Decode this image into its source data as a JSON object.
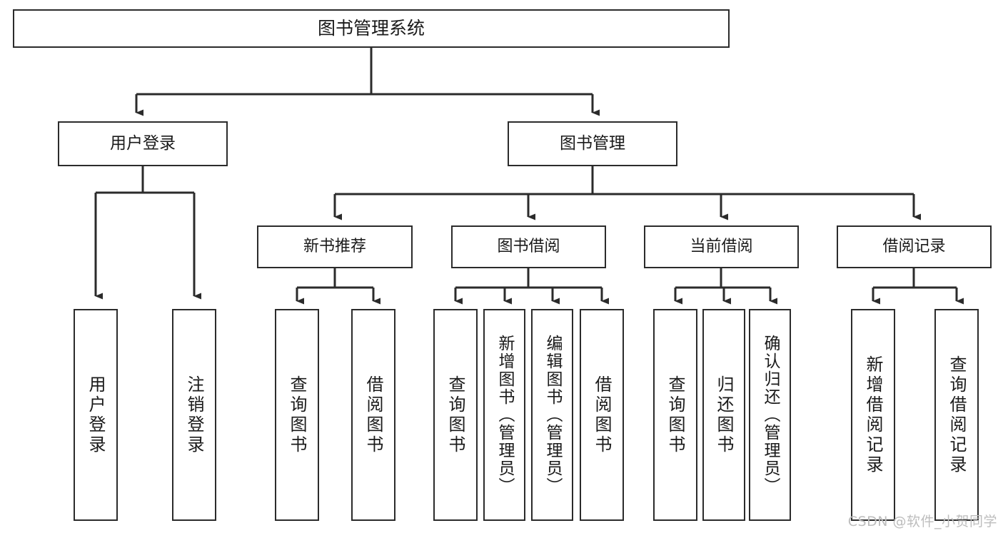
{
  "diagram": {
    "title": "图书管理系统",
    "type": "tree-hierarchy",
    "stroke_color": "#2b2b2b",
    "fill_color": "#ffffff",
    "text_color": "#1a1a1a"
  },
  "root": {
    "label": "图书管理系统"
  },
  "level1": [
    {
      "label": "用户登录"
    },
    {
      "label": "图书管理"
    }
  ],
  "level2": [
    {
      "label": "新书推荐"
    },
    {
      "label": "图书借阅"
    },
    {
      "label": "当前借阅"
    },
    {
      "label": "借阅记录"
    }
  ],
  "leaves": [
    {
      "label": "用户登录",
      "parent": "用户登录"
    },
    {
      "label": "注销登录",
      "parent": "用户登录"
    },
    {
      "label": "查询图书",
      "parent": "新书推荐"
    },
    {
      "label": "借阅图书",
      "parent": "新书推荐"
    },
    {
      "label": "查询图书",
      "parent": "图书借阅"
    },
    {
      "label": "新增图书（管理员）",
      "parent": "图书借阅"
    },
    {
      "label": "编辑图书（管理员）",
      "parent": "图书借阅"
    },
    {
      "label": "借阅图书",
      "parent": "图书借阅"
    },
    {
      "label": "查询图书",
      "parent": "当前借阅"
    },
    {
      "label": "归还图书",
      "parent": "当前借阅"
    },
    {
      "label": "确认归还（管理员）",
      "parent": "当前借阅"
    },
    {
      "label": "新增借阅记录",
      "parent": "借阅记录"
    },
    {
      "label": "查询借阅记录",
      "parent": "借阅记录"
    }
  ],
  "watermark": {
    "text": "CSDN @软件_小贺同学"
  }
}
